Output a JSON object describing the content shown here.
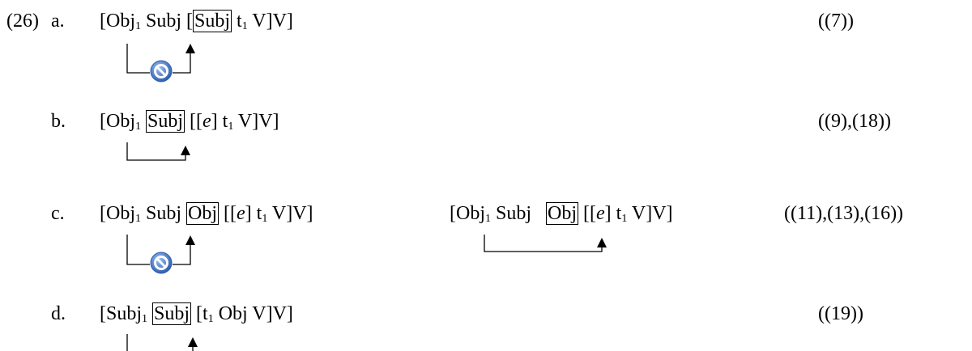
{
  "example": {
    "number": "(26)",
    "a": {
      "label": "a.",
      "pre": "[Obj",
      "sub": "1",
      "mid": " Subj [",
      "boxed": "Subj",
      "t": " t",
      "tsub": "1",
      "post": " V]V]",
      "ref": "((7))"
    },
    "b": {
      "label": "b.",
      "pre": "[Obj",
      "sub": "1",
      "boxed": "Subj",
      "bracket": " [[",
      "e": "e",
      "mid": "] t",
      "tsub": "1",
      "post": " V]V]",
      "ref": "((9),(18))"
    },
    "c": {
      "label": "c.",
      "left": {
        "pre": "[Obj",
        "sub": "1",
        "mid": " Subj ",
        "boxed": "Obj",
        "bracket": " [[",
        "e": "e",
        "mid2": "] t",
        "tsub": "1",
        "post": " V]V]"
      },
      "right": {
        "pre": "[Obj",
        "sub": "1",
        "mid": " Subj   ",
        "boxed": "Obj",
        "bracket": " [[",
        "e": "e",
        "mid2": "] t",
        "tsub": "1",
        "post": " V]V]"
      },
      "ref": "((11),(13),(16))"
    },
    "d": {
      "label": "d.",
      "pre": "[Subj",
      "sub": "1",
      "boxed": "Subj",
      "mid": " [t",
      "tsub": "1",
      "post": " Obj V]V]",
      "ref": "((19))"
    }
  },
  "icons": [
    "prohibition-icon"
  ],
  "colors": {
    "prohibition_fill": "#4f86d9",
    "prohibition_stroke": "#2f5fb0"
  }
}
